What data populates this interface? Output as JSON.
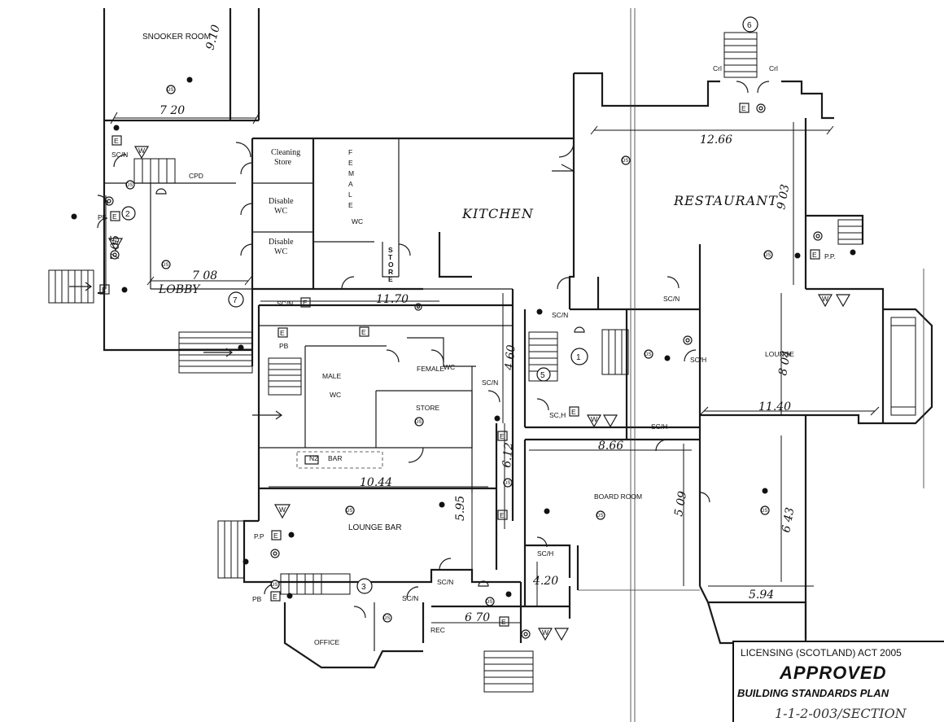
{
  "rooms": {
    "snooker": "SNOOKER ROOM",
    "cleaning_store_1": "Cleaning",
    "cleaning_store_2": "Store",
    "female_wc_letters": [
      "F",
      "E",
      "M",
      "A",
      "L",
      "E"
    ],
    "female_wc_wc": "WC",
    "disable_1a": "Disable",
    "disable_1b": "WC",
    "disable_2a": "Disable",
    "disable_2b": "WC",
    "store_vertical": [
      "S",
      "T",
      "O",
      "R",
      "E"
    ],
    "kitchen": "KITCHEN",
    "restaurant": "RESTAURANT",
    "lobby": "LOBBY",
    "cpd": "CPD",
    "male_1": "MALE",
    "male_2": "WC",
    "female_small": "FEMALE",
    "wc_small": "WC",
    "store": "STORE",
    "bar": "BAR",
    "lounge_bar": "LOUNGE BAR",
    "board_room": "BOARD ROOM",
    "lounge": "LOUNGE",
    "office": "OFFICE",
    "rec": "REC"
  },
  "dimensions": {
    "d_720": "7 20",
    "d_910": "9.10",
    "d_705": "7 05",
    "d_708": "7 08",
    "d_1170": "11.70",
    "d_1266": "12.66",
    "d_903": "9 03",
    "d_460": "4.60",
    "d_612": "6.12",
    "d_1044": "10.44",
    "d_866": "8.66",
    "d_1140": "11.40",
    "d_804": "8 04",
    "d_509": "5 09",
    "d_643": "6 43",
    "d_595": "5.95",
    "d_420": "4.20",
    "d_670": "6 70",
    "d_594": "5.94"
  },
  "symbols": {
    "e": "E",
    "ds": "DS",
    "w": "W",
    "scn": "SC/N",
    "sch": "SC/H",
    "pb": "PB",
    "pp": "P.P.",
    "pp2": "P.P",
    "n2": "N2",
    "crl": "Crl",
    "sc_e": "SC,H"
  },
  "stair_numbers": [
    "1",
    "2",
    "3",
    "5",
    "6",
    "7"
  ],
  "stamp": {
    "line1": "LICENSING (SCOTLAND) ACT 2005",
    "line2": "APPROVED",
    "line3": "BUILDING STANDARDS PLAN",
    "line4": "1-1-2-003/SECTION"
  },
  "colors": {
    "ink": "#111111",
    "paper": "#ffffff"
  }
}
